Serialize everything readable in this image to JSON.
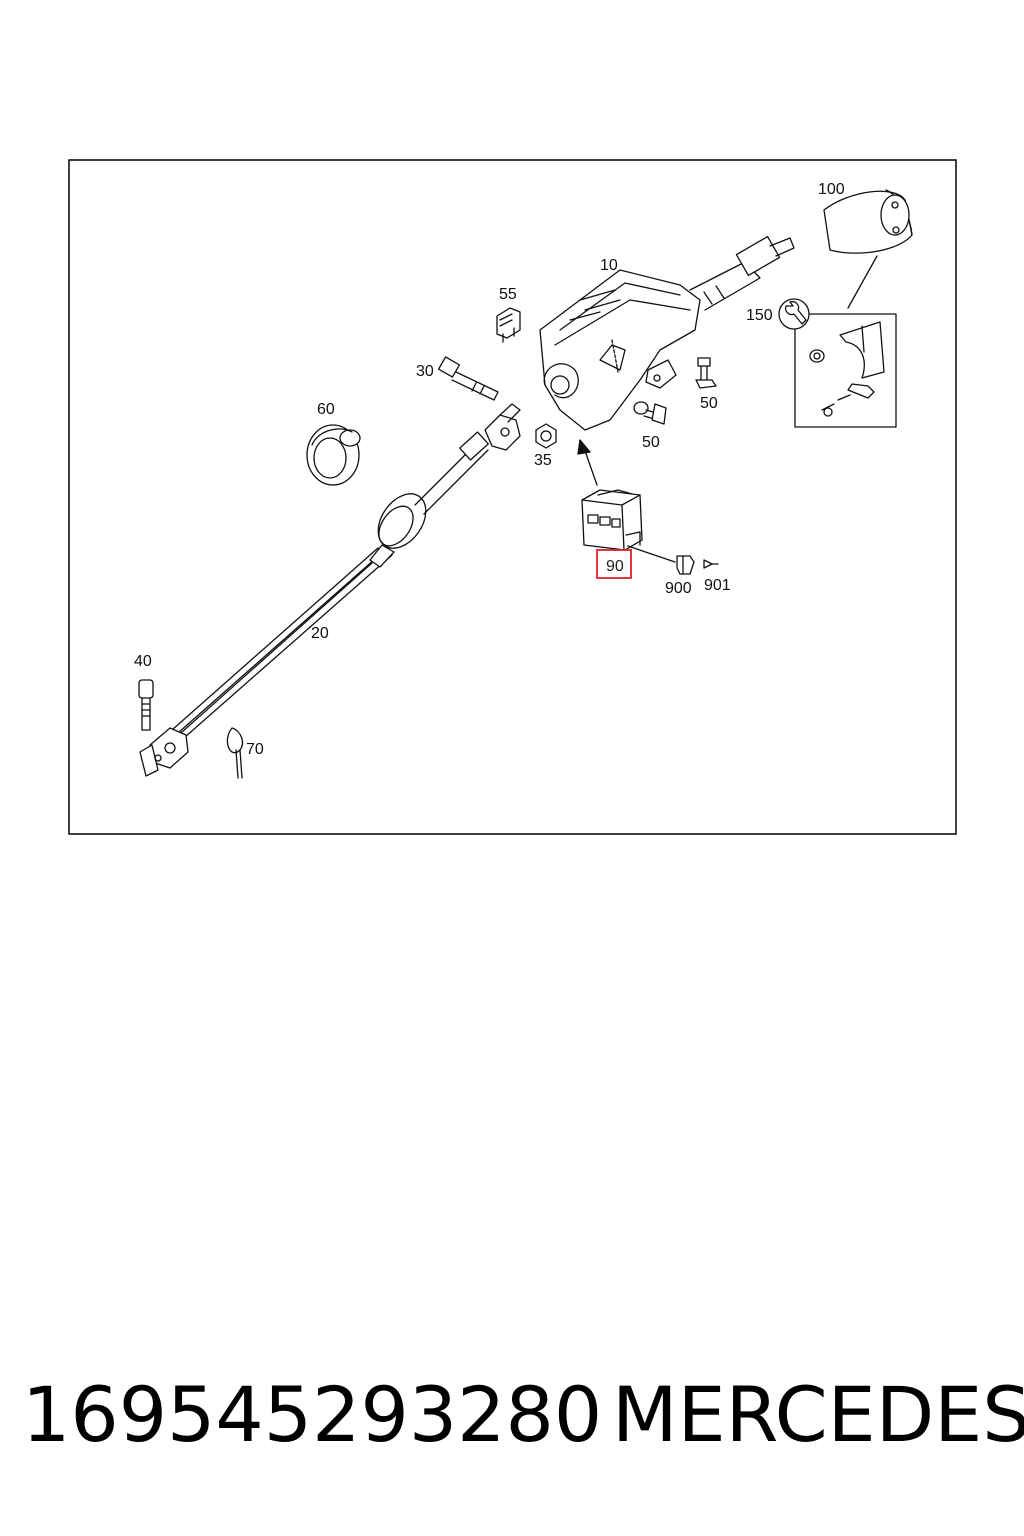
{
  "diagram": {
    "frame_color": "#000000",
    "highlight_color": "#e0202a",
    "highlighted_part": "90",
    "callouts": {
      "c10": "10",
      "c20": "20",
      "c30": "30",
      "c35": "35",
      "c40": "40",
      "c50a": "50",
      "c50b": "50",
      "c55": "55",
      "c60": "60",
      "c70": "70",
      "c90": "90",
      "c100": "100",
      "c150": "150",
      "c900": "900",
      "c901": "901"
    },
    "icons": [
      "wrench-icon"
    ]
  },
  "footer": {
    "part_number": "169545293280",
    "brand": "MERCEDES"
  }
}
